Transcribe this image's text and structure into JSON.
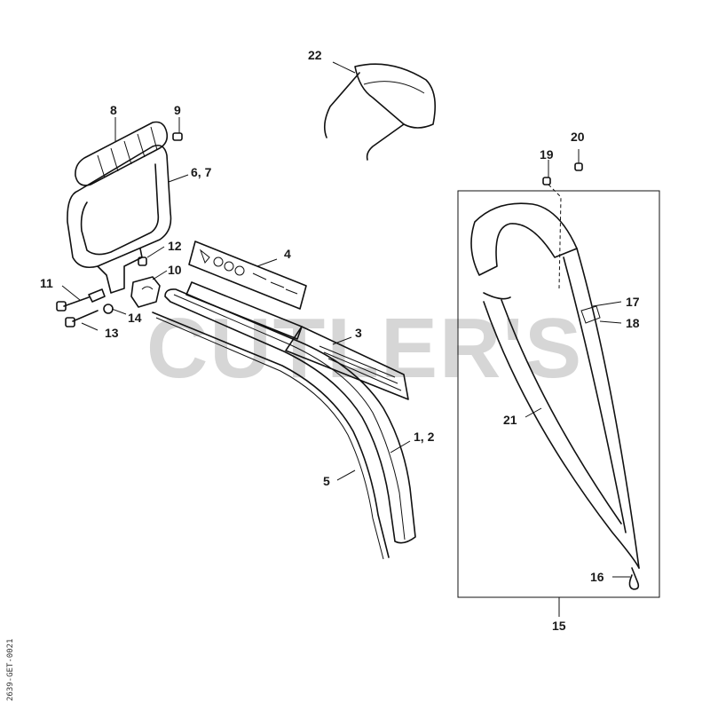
{
  "watermark": "CUTLER'S",
  "diagram_code": "2639-GET-0021",
  "callouts": {
    "c1": "1, 2",
    "c3": "3",
    "c4": "4",
    "c5": "5",
    "c6": "6, 7",
    "c8": "8",
    "c9": "9",
    "c10": "10",
    "c11": "11",
    "c12": "12",
    "c13": "13",
    "c14": "14",
    "c15": "15",
    "c16": "16",
    "c17": "17",
    "c18": "18",
    "c19": "19",
    "c20": "20",
    "c21": "21",
    "c22": "22"
  }
}
